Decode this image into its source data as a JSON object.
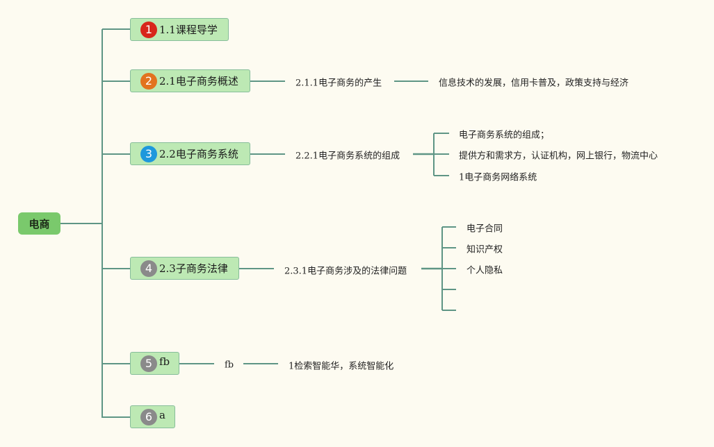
{
  "root": {
    "label": "电商"
  },
  "topics": [
    {
      "marker": "1",
      "marker_color": "#d8261a",
      "label": "1.1课程导学"
    },
    {
      "marker": "2",
      "marker_color": "#e2731f",
      "label": "2.1电子商务概述",
      "sub": {
        "label": "2.1.1电子商务的产生",
        "children": [
          "信息技术的发展，信用卡普及，政策支持与经济"
        ]
      }
    },
    {
      "marker": "3",
      "marker_color": "#1e98dc",
      "label": "2.2电子商务系统",
      "sub": {
        "label": "2.2.1电子商务系统的组成",
        "children": [
          "电子商务系统的组成；",
          "提供方和需求方，认证机构，网上银行，物流中心",
          "1电子商务网络系统"
        ]
      }
    },
    {
      "marker": "4",
      "marker_color": "#8a8a8a",
      "label": "2.3子商务法律",
      "sub": {
        "label": "2.3.1电子商务涉及的法律问题",
        "children": [
          "电子合同",
          "知识产权",
          "个人隐私",
          "",
          ""
        ]
      }
    },
    {
      "marker": "5",
      "marker_color": "#8a8a8a",
      "label": "fb",
      "sub": {
        "label": "fb",
        "children": [
          "1检索智能华，系统智能化"
        ]
      }
    },
    {
      "marker": "6",
      "marker_color": "#8a8a8a",
      "label": "a"
    }
  ],
  "colors": {
    "line": "#5e9585",
    "topic_fill": "#bde9b4",
    "root_fill": "#7ac96c",
    "background": "#fdfbf1"
  }
}
